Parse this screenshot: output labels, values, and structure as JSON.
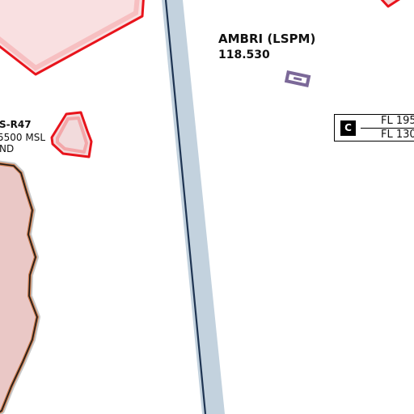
{
  "airport": {
    "name": "AMBRI (LSPM)",
    "frequency": "118.530"
  },
  "restricted_area": {
    "name": "S-R47",
    "upper_limit": "5500 MSL",
    "lower_limit": "ND"
  },
  "airspace_class_box": {
    "class": "C",
    "upper": "FL 195",
    "lower": "FL 130"
  },
  "colors": {
    "restricted_border": "#e8141c",
    "restricted_fill": "#f7d3d4",
    "valley_fill": "#eac8c6",
    "valley_border": "#c87646",
    "river": "#c3d2de",
    "road": "#1e3452",
    "airport_symbol": "#7b6898"
  }
}
